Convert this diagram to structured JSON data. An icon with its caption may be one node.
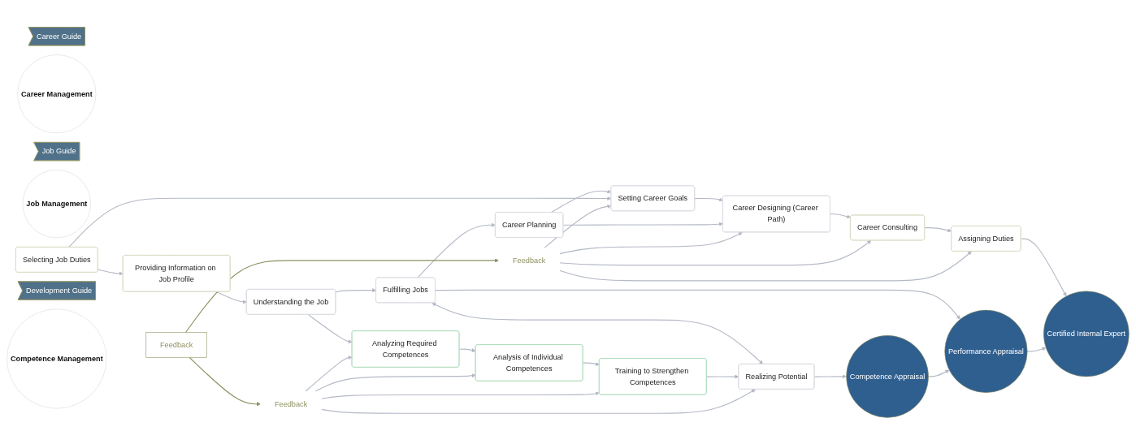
{
  "diagram": {
    "nodes": [
      {
        "text": [
          "Career Guide"
        ]
      },
      {
        "text": [
          "Career Management"
        ]
      },
      {
        "text": [
          "Setting Career Goals"
        ]
      },
      {
        "text": [
          "Career Designing (Career Path)"
        ]
      },
      {
        "text": [
          "Career Consulting"
        ]
      },
      {
        "text": [
          "Assigning Duties"
        ]
      },
      {
        "text": [
          "Certified Internal Expert"
        ]
      },
      {
        "text": [
          "Career Planning"
        ]
      },
      {
        "text": [
          "Job Guide"
        ]
      },
      {
        "text": [
          "Job Management"
        ]
      },
      {
        "text": [
          "Selecting Job Duties"
        ]
      },
      {
        "text": [
          "Providing Information on Job Profile"
        ]
      },
      {
        "text": [
          "Understanding the Job"
        ]
      },
      {
        "text": [
          "Fulfilling Jobs"
        ]
      },
      {
        "text": [
          "Performance Appraisal"
        ]
      },
      {
        "text": [
          "Development Guide"
        ]
      },
      {
        "text": [
          "Competence Management"
        ]
      },
      {
        "text": [
          "Analyzing Required Competences"
        ]
      },
      {
        "text": [
          "Analysis of Individual Competences"
        ]
      },
      {
        "text": [
          "Training to Strengthen Competences"
        ]
      },
      {
        "text": [
          "Realizing Potential"
        ]
      },
      {
        "text": [
          "Competence Appraisal"
        ]
      },
      {
        "text": [
          "Feedback"
        ]
      },
      {
        "text": [
          "Feedback"
        ]
      },
      {
        "text": [
          "Feedback"
        ]
      }
    ],
    "edges": [
      {
        "from": 2,
        "to": 3,
        "arrow": "to"
      },
      {
        "from": 3,
        "to": 4,
        "arrow": "to"
      },
      {
        "from": 4,
        "to": 5,
        "arrow": "to"
      },
      {
        "from": 5,
        "to": 6,
        "arrow": "to"
      },
      {
        "from": 7,
        "to": 2,
        "arrow": "to"
      },
      {
        "from": 7,
        "to": 3,
        "arrow": "to"
      },
      {
        "from": 10,
        "to": 11,
        "arrow": "to"
      },
      {
        "from": 11,
        "to": 12,
        "arrow": "to"
      },
      {
        "from": 12,
        "to": 13,
        "arrow": "to"
      },
      {
        "from": 13,
        "to": 14,
        "arrow": "to"
      },
      {
        "from": 10,
        "to": 2,
        "arrow": "to"
      },
      {
        "from": 13,
        "to": 7,
        "arrow": "to"
      },
      {
        "from": 12,
        "to": 17,
        "arrow": "to"
      },
      {
        "from": 13,
        "to": 20,
        "arrow": "both"
      },
      {
        "from": 17,
        "to": 18,
        "arrow": "to"
      },
      {
        "from": 18,
        "to": 19,
        "arrow": "to"
      },
      {
        "from": 19,
        "to": 20,
        "arrow": "to"
      },
      {
        "from": 20,
        "to": 21,
        "arrow": "to"
      },
      {
        "from": 21,
        "to": 14,
        "arrow": "to"
      },
      {
        "from": 14,
        "to": 6,
        "arrow": "to"
      },
      {
        "from": 23,
        "to": 22,
        "arrow": "to",
        "color": "#8e9060"
      },
      {
        "from": 23,
        "to": 24,
        "arrow": "to",
        "color": "#8e9060"
      },
      {
        "from": 22,
        "to": 2,
        "arrow": "to"
      },
      {
        "from": 22,
        "to": 3,
        "arrow": "to"
      },
      {
        "from": 22,
        "to": 4,
        "arrow": "to"
      },
      {
        "from": 22,
        "to": 5,
        "arrow": "to"
      },
      {
        "from": 24,
        "to": 17,
        "arrow": "to"
      },
      {
        "from": 24,
        "to": 18,
        "arrow": "to"
      },
      {
        "from": 24,
        "to": 19,
        "arrow": "to"
      },
      {
        "from": 24,
        "to": 20,
        "arrow": "to"
      }
    ]
  }
}
